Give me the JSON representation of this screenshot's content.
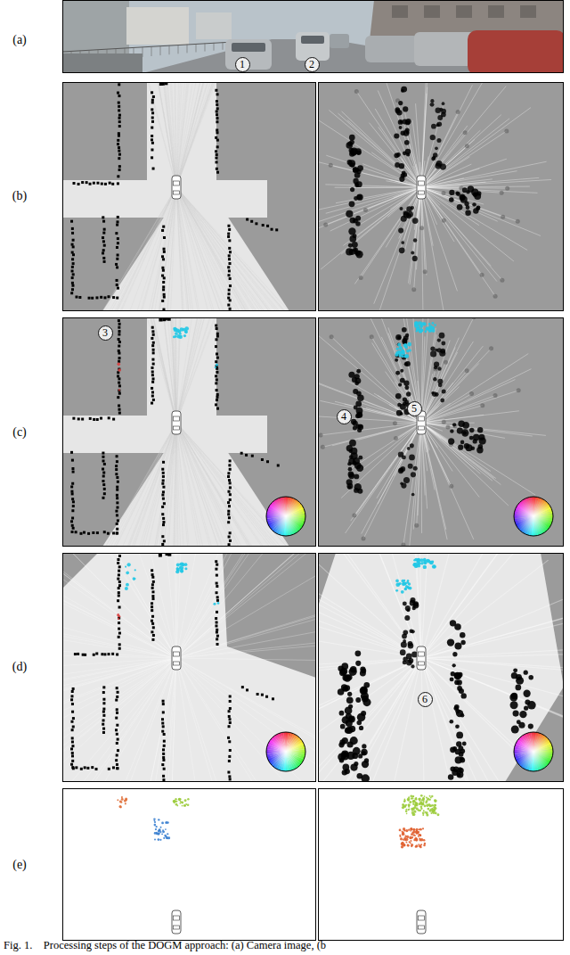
{
  "diagram": {
    "caption": "Fig. 1.    Processing steps of the DOGM approach: (a) Camera image, (b",
    "nodes": [
      {
        "text": [
          "1"
        ]
      },
      {
        "text": [
          "2"
        ]
      },
      {
        "text": [
          "3"
        ]
      },
      {
        "text": [
          "4"
        ]
      },
      {
        "text": [
          "5"
        ]
      },
      {
        "text": [
          "6"
        ]
      }
    ],
    "labels": [
      "(a)",
      "(b)",
      "(c)",
      "(d)",
      "(e)"
    ]
  }
}
